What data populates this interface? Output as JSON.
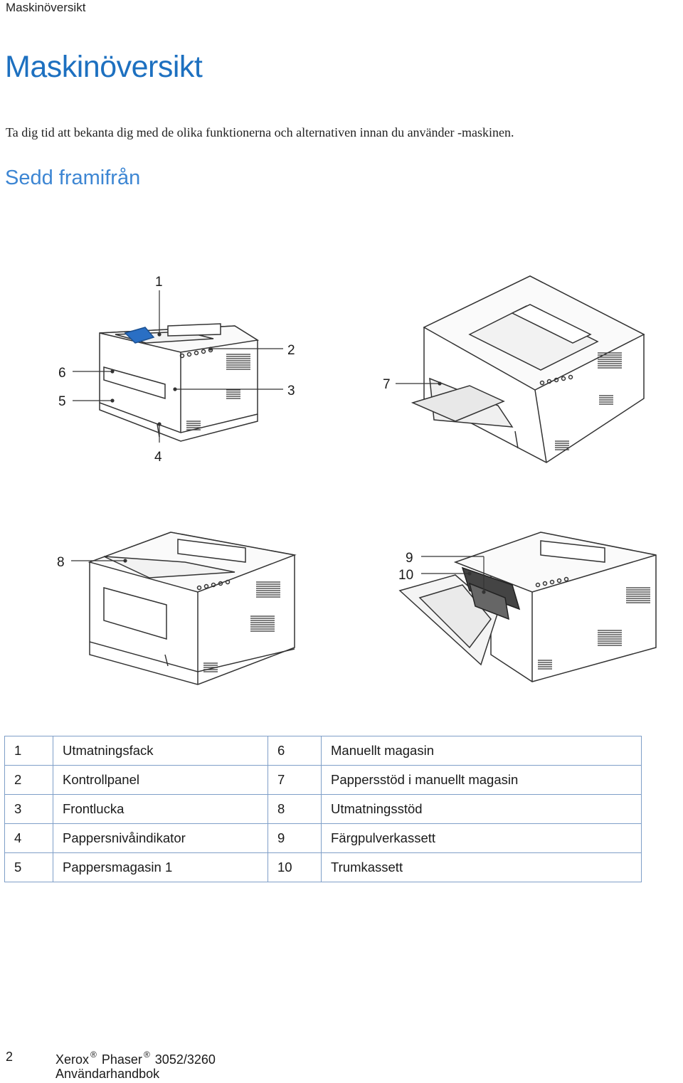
{
  "header": {
    "title": "Maskinöversikt"
  },
  "page": {
    "title": "Maskinöversikt",
    "intro": "Ta dig tid att bekanta dig med de olika funktionerna och alternativen innan du använder -maskinen.",
    "subtitle": "Sedd framifrån"
  },
  "figure": {
    "callouts": [
      "1",
      "2",
      "3",
      "4",
      "5",
      "6",
      "7",
      "8",
      "9",
      "10"
    ]
  },
  "legend": [
    {
      "num_a": "1",
      "name_a": "Utmatningsfack",
      "num_b": "6",
      "name_b": "Manuellt magasin"
    },
    {
      "num_a": "2",
      "name_a": "Kontrollpanel",
      "num_b": "7",
      "name_b": "Pappersstöd i manuellt magasin"
    },
    {
      "num_a": "3",
      "name_a": "Frontlucka",
      "num_b": "8",
      "name_b": "Utmatningsstöd"
    },
    {
      "num_a": "4",
      "name_a": "Pappersnivåindikator",
      "num_b": "9",
      "name_b": "Färgpulverkassett"
    },
    {
      "num_a": "5",
      "name_a": "Pappersmagasin 1",
      "num_b": "10",
      "name_b": "Trumkassett"
    }
  ],
  "footer": {
    "page_number": "2",
    "brand": "Xerox",
    "registered": "®",
    "model_name": "Phaser",
    "model_number": "3052/3260",
    "guide": "Användarhandbok"
  },
  "colors": {
    "accent": "#1d70c0",
    "subtitle": "#3d86d3",
    "table_border": "#7f9fc8",
    "highlight": "#2a6fc4"
  }
}
